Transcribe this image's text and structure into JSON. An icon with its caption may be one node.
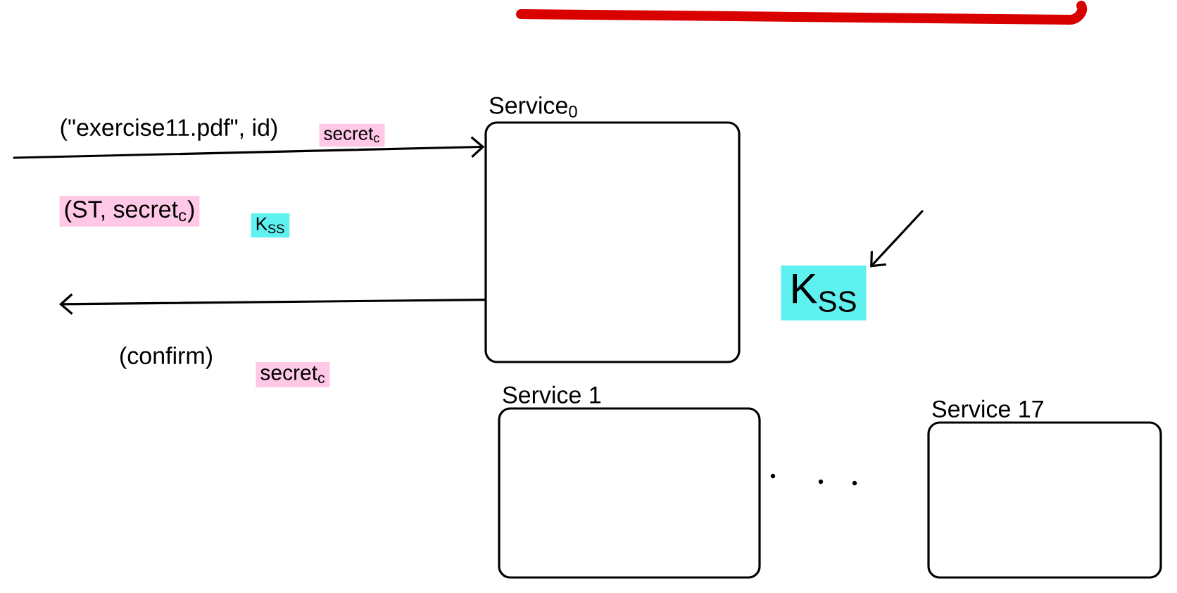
{
  "diagram": {
    "nodes": [
      {
        "text": [
          "Service$_{0}$"
        ]
      },
      {
        "text": [
          "Service 1"
        ]
      },
      {
        "text": [
          "Service 17"
        ]
      },
      {
        "text": [
          "K$_{SS}$"
        ]
      }
    ],
    "edges": [
      {
        "from": null,
        "to": 0,
        "arrow": "to",
        "label": "(\"exercise11.pdf\", id)"
      },
      {
        "from": 0,
        "to": null,
        "arrow": "to",
        "label": "(confirm)"
      },
      {
        "from": null,
        "to": 3,
        "arrow": "to"
      }
    ],
    "labels": [
      "secret$_{c}$",
      "(ST, secret$_{c}$)",
      "K$_{SS}$",
      "secret$_{c}$"
    ]
  }
}
